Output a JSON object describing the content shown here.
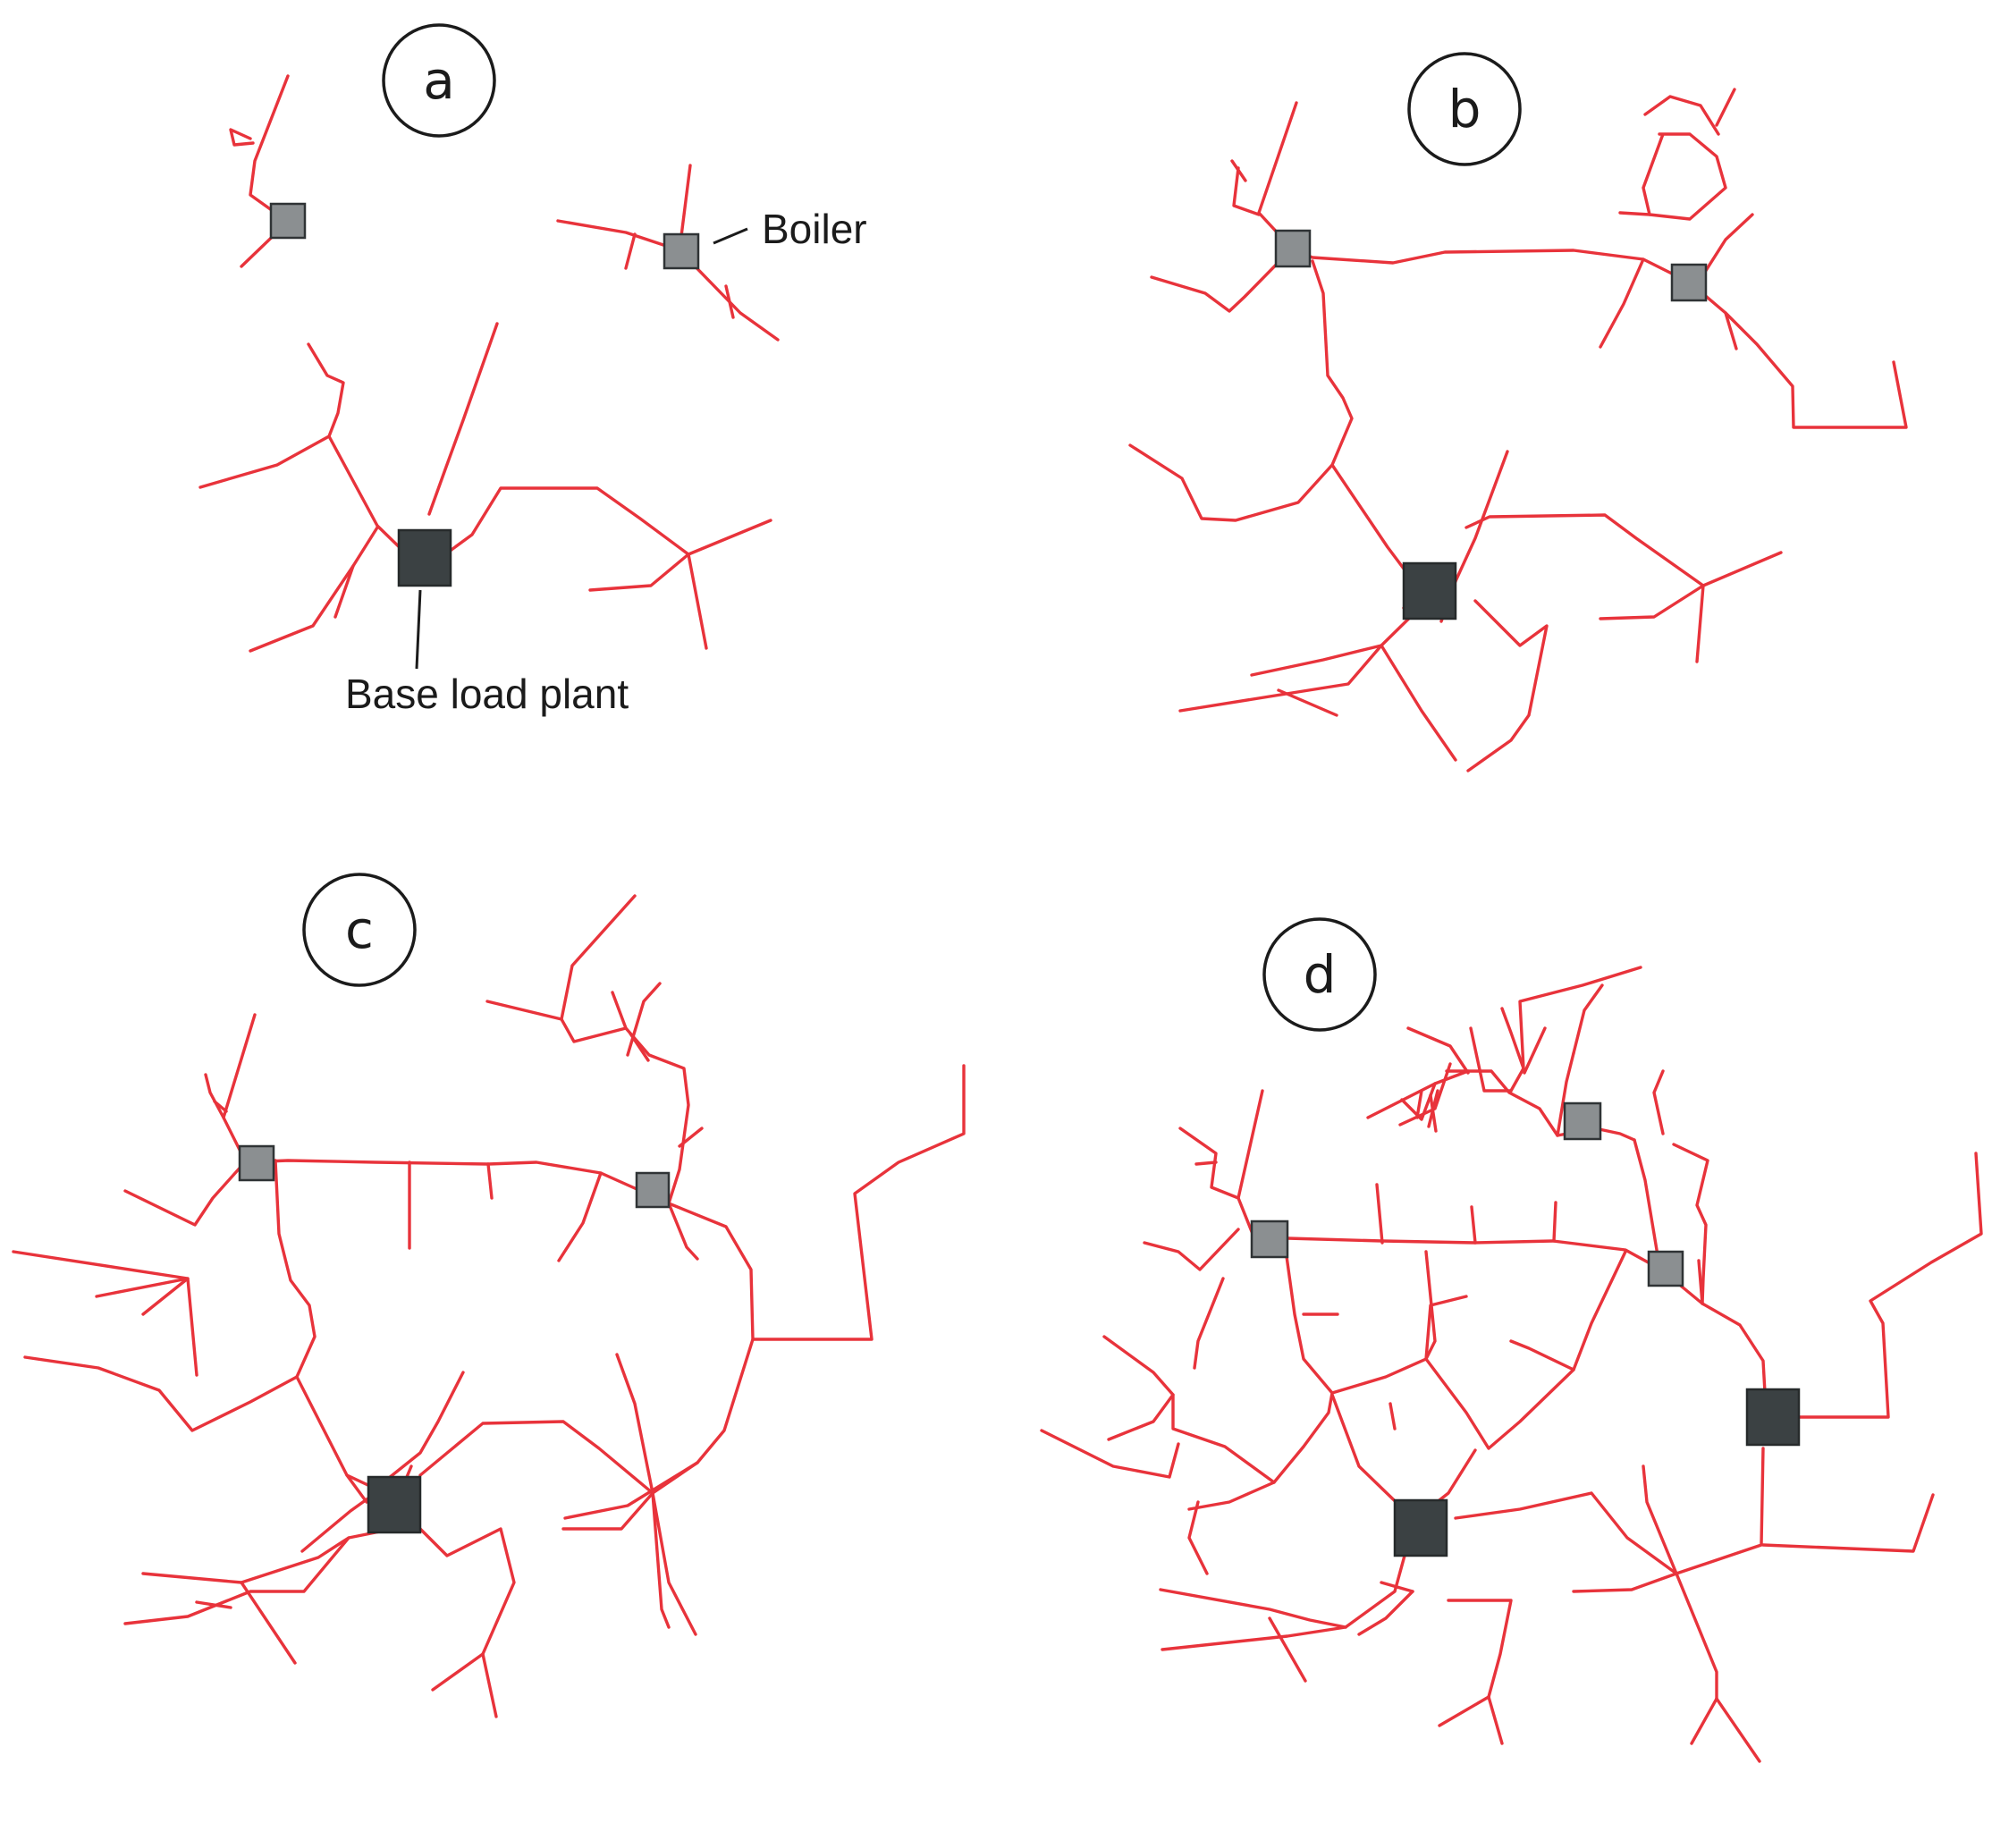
{
  "panels": [
    {
      "id": "a",
      "letter": "a"
    },
    {
      "id": "b",
      "letter": "b"
    },
    {
      "id": "c",
      "letter": "c"
    },
    {
      "id": "d",
      "letter": "d"
    }
  ],
  "labels": {
    "boiler": "Boiler",
    "base_load_plant": "Base load plant"
  },
  "colors": {
    "pipe": "#e8333b",
    "boiler": "#8b8f91",
    "base_load_plant": "#3b4143"
  }
}
